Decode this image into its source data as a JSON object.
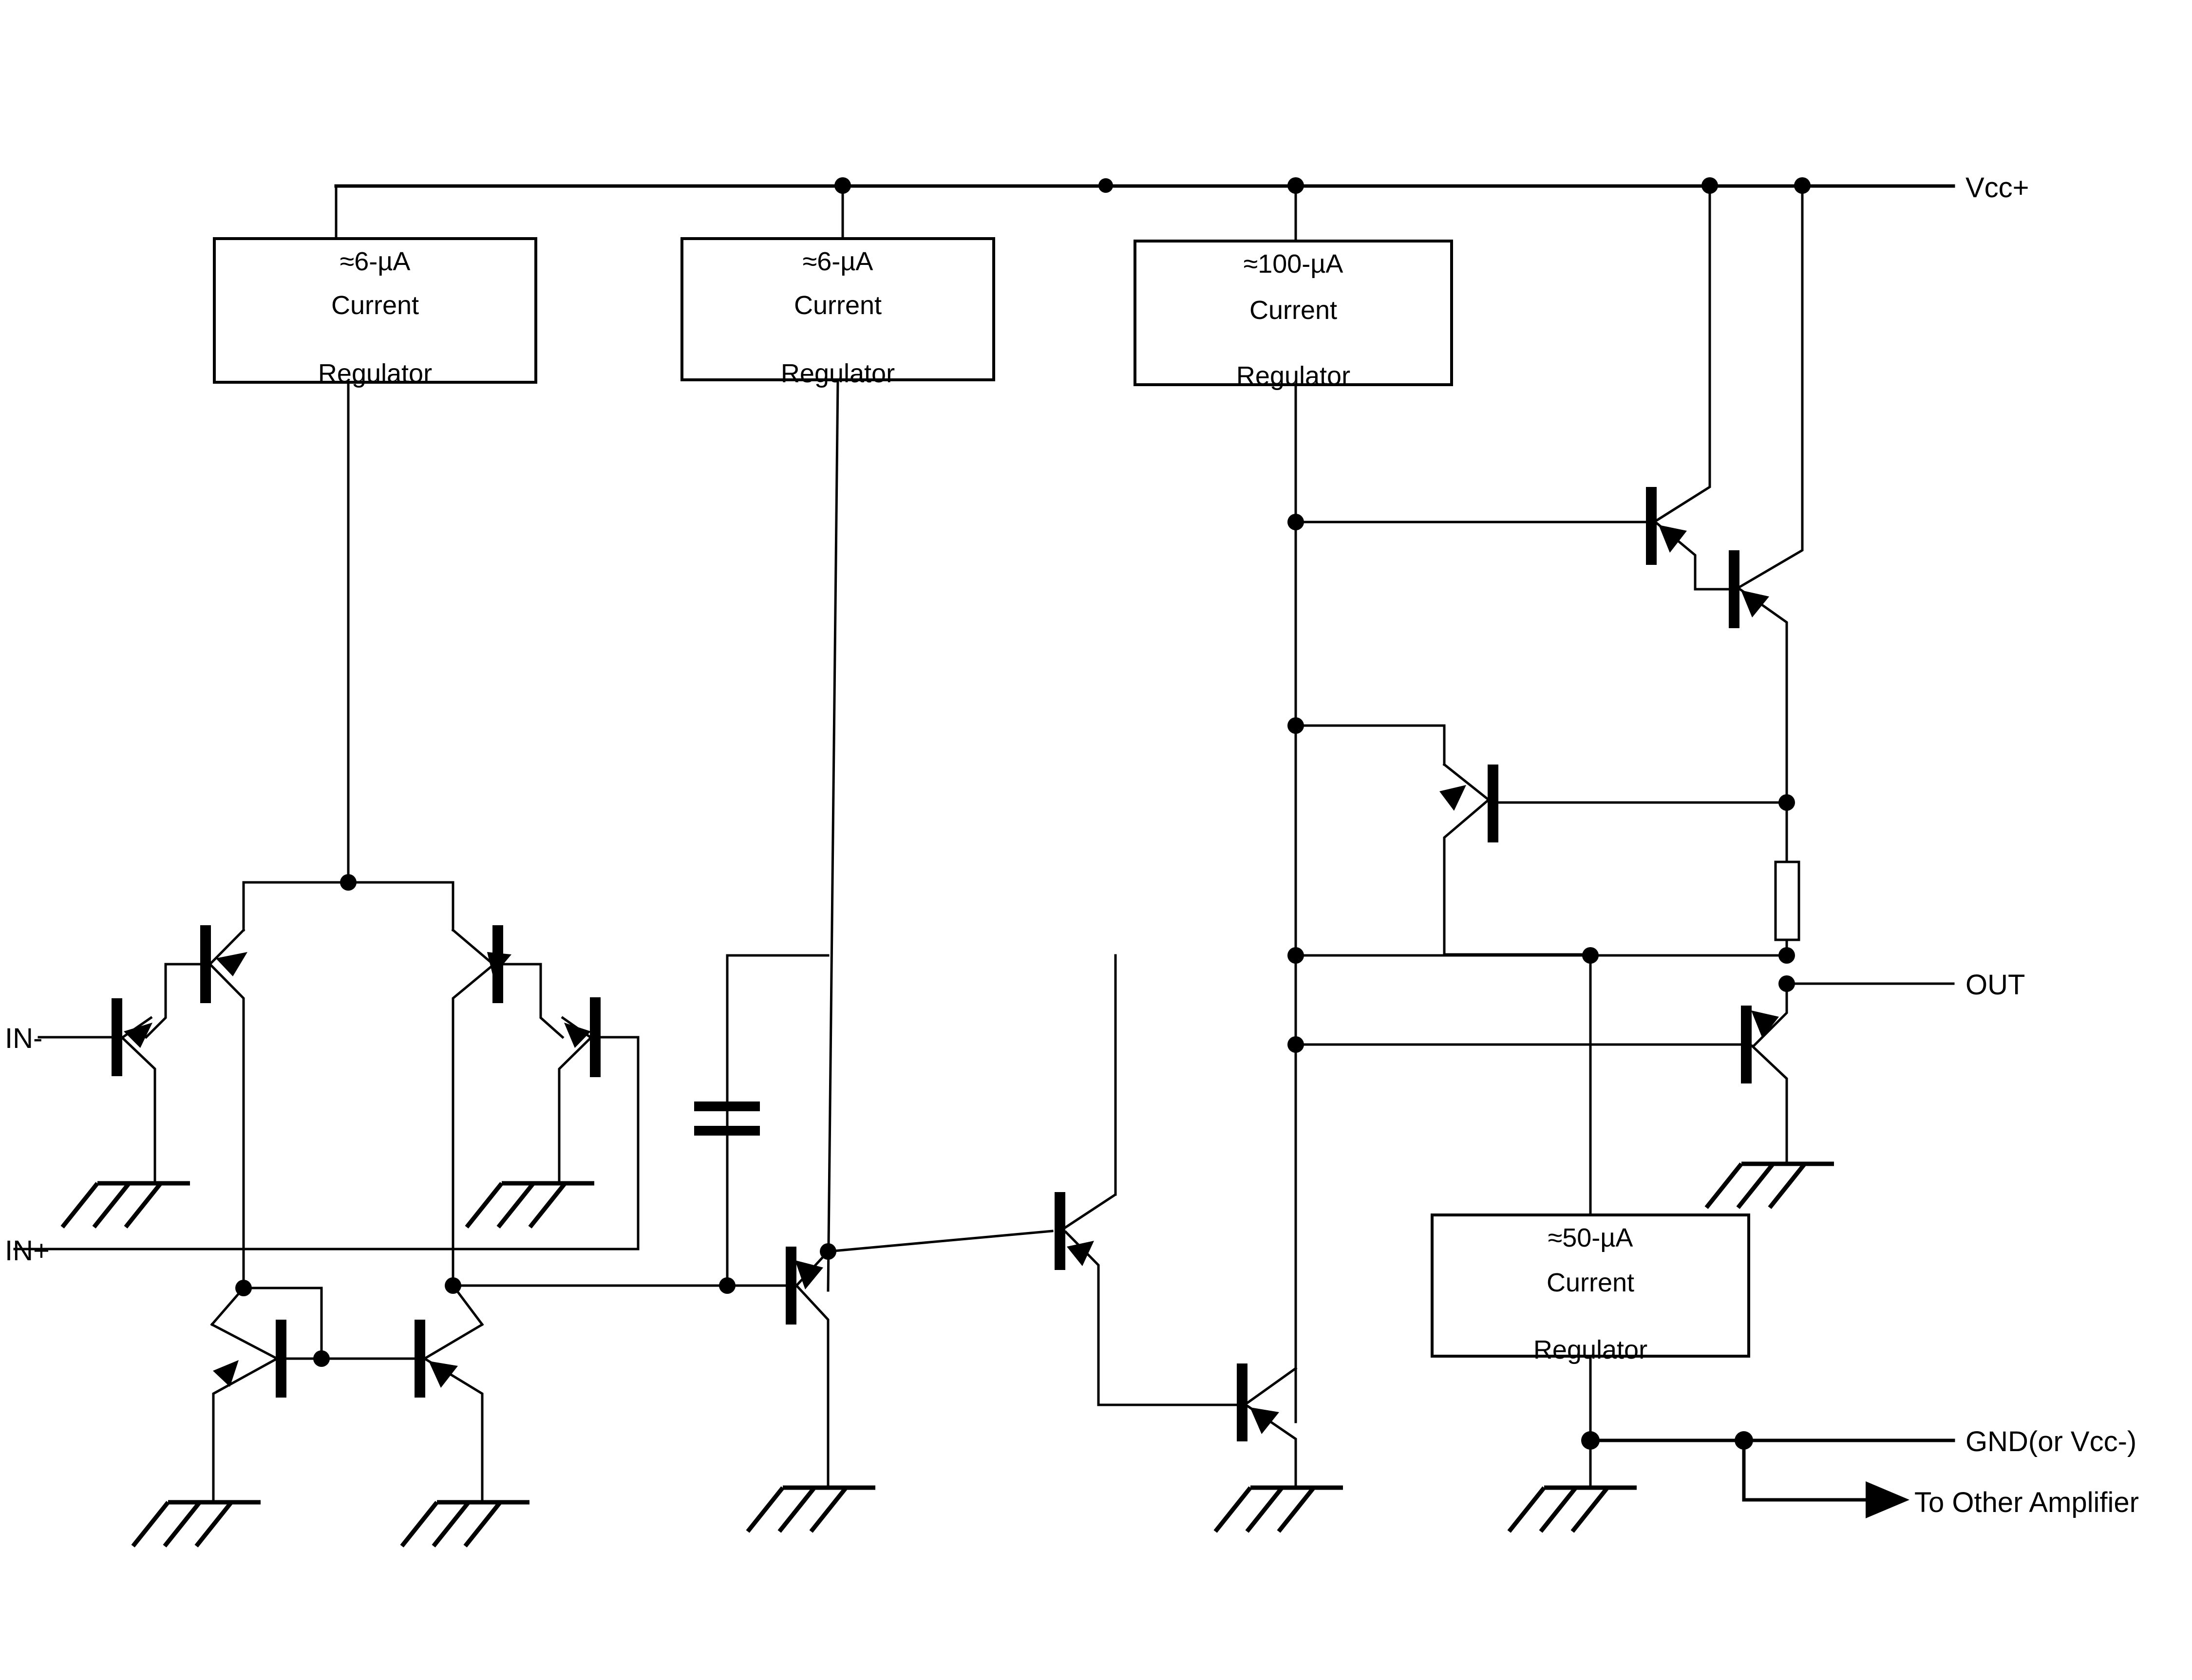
{
  "diagram": {
    "title": "Operational Amplifier Schematic",
    "type": "circuit-schematic",
    "background_color": "#ffffff",
    "line_color": "#000000"
  },
  "blocks": [
    {
      "id": "reg-6ua-left",
      "current": "≈6-µA",
      "line2": "Current",
      "line3": "Regulator"
    },
    {
      "id": "reg-6ua-mid",
      "current": "≈6-µA",
      "line2": "Current",
      "line3": "Regulator"
    },
    {
      "id": "reg-100ua",
      "current": "≈100-µA",
      "line2": "Current",
      "line3": "Regulator"
    },
    {
      "id": "reg-50ua",
      "current": "≈50-µA",
      "line2": "Current",
      "line3": "Regulator"
    }
  ],
  "ports": {
    "vcc_plus": "Vcc+",
    "in_minus": "IN-",
    "in_plus": "IN+",
    "out": "OUT",
    "gnd": "GND(or Vcc-)",
    "to_other_amplifier": "To Other Amplifier"
  },
  "components": {
    "transistor_count": 14,
    "resistor_count": 1,
    "capacitor_count": 1,
    "ground_symbol_count": 7,
    "current_regulator_count": 4
  }
}
